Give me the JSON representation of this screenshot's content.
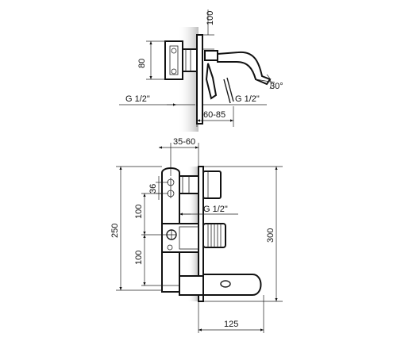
{
  "colors": {
    "line": "#1a1a1a",
    "wall_shade": "#c8c8c8",
    "background": "#ffffff"
  },
  "top_view": {
    "dim_height": "80",
    "dim_top": "100",
    "dim_thread_left": "G 1/2\"",
    "dim_thread_right": "G 1/2\"",
    "dim_depth": "60-85",
    "dim_angle": "30°"
  },
  "front_view": {
    "dim_offset": "35-60",
    "dim_36": "36",
    "dim_100_upper": "100",
    "dim_250": "250",
    "dim_100_lower": "100",
    "dim_300": "300",
    "dim_thread": "G 1/2\"",
    "dim_width": "125"
  }
}
